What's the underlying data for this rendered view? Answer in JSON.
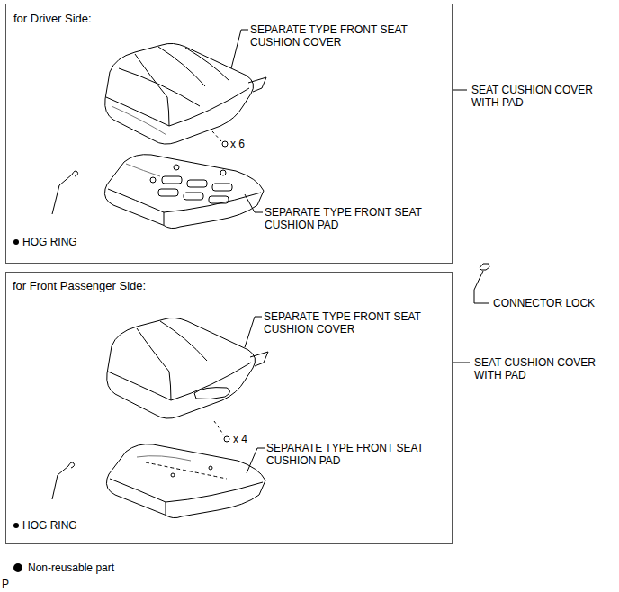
{
  "diagram": {
    "nodes": [
      {
        "text": [
          "for Driver Side:"
        ]
      },
      {
        "text": [
          "for Front Passenger Side:"
        ]
      }
    ],
    "labels": [
      "SEPARATE TYPE FRONT SEAT CUSHION COVER",
      "x 6",
      "SEPARATE TYPE FRONT SEAT CUSHION PAD",
      "HOG RING",
      "SEAT CUSHION COVER WITH PAD",
      "CONNECTOR LOCK",
      "SEPARATE TYPE FRONT SEAT CUSHION COVER",
      "x 4",
      "SEPARATE TYPE FRONT SEAT CUSHION PAD",
      "HOG RING",
      "SEAT CUSHION COVER WITH PAD",
      "P"
    ],
    "legend": [
      {
        "text": "Non-reusable part"
      }
    ]
  }
}
